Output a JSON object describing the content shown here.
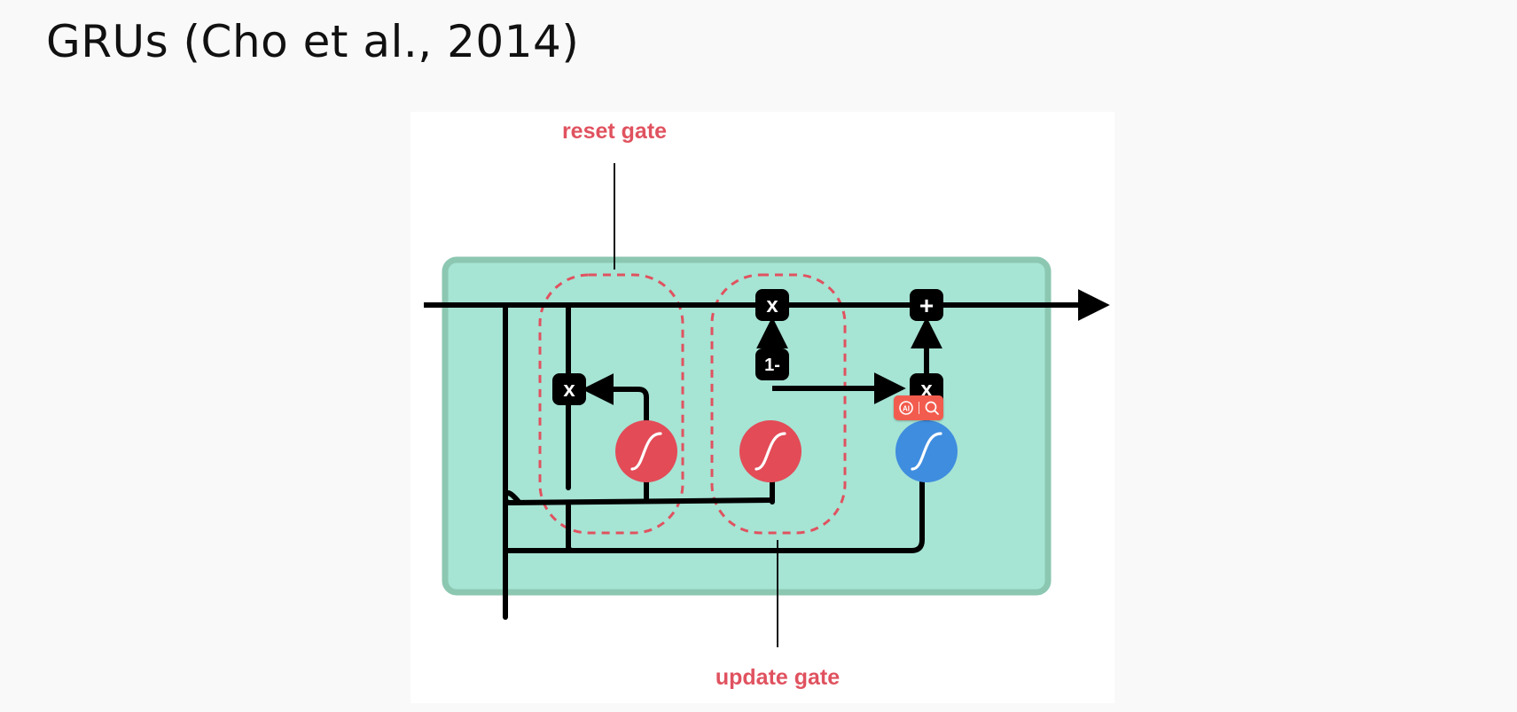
{
  "slide": {
    "title": "GRUs (Cho et al., 2014)"
  },
  "diagram": {
    "reset_gate_label": "reset gate",
    "update_gate_label": "update gate",
    "ops": {
      "multiply": "x",
      "add": "+",
      "one_minus": "1-"
    },
    "colors": {
      "cell_fill": "#a6e4d4",
      "cell_border": "#8cc7b2",
      "sigmoid_red": "#e34b57",
      "sigmoid_blue": "#3f8ddf",
      "gate_outline": "#e0525f",
      "op_box": "#000000"
    },
    "icons": [
      "ai-icon",
      "search-icon"
    ]
  },
  "toolbar": {
    "color": "#f25c4e"
  }
}
